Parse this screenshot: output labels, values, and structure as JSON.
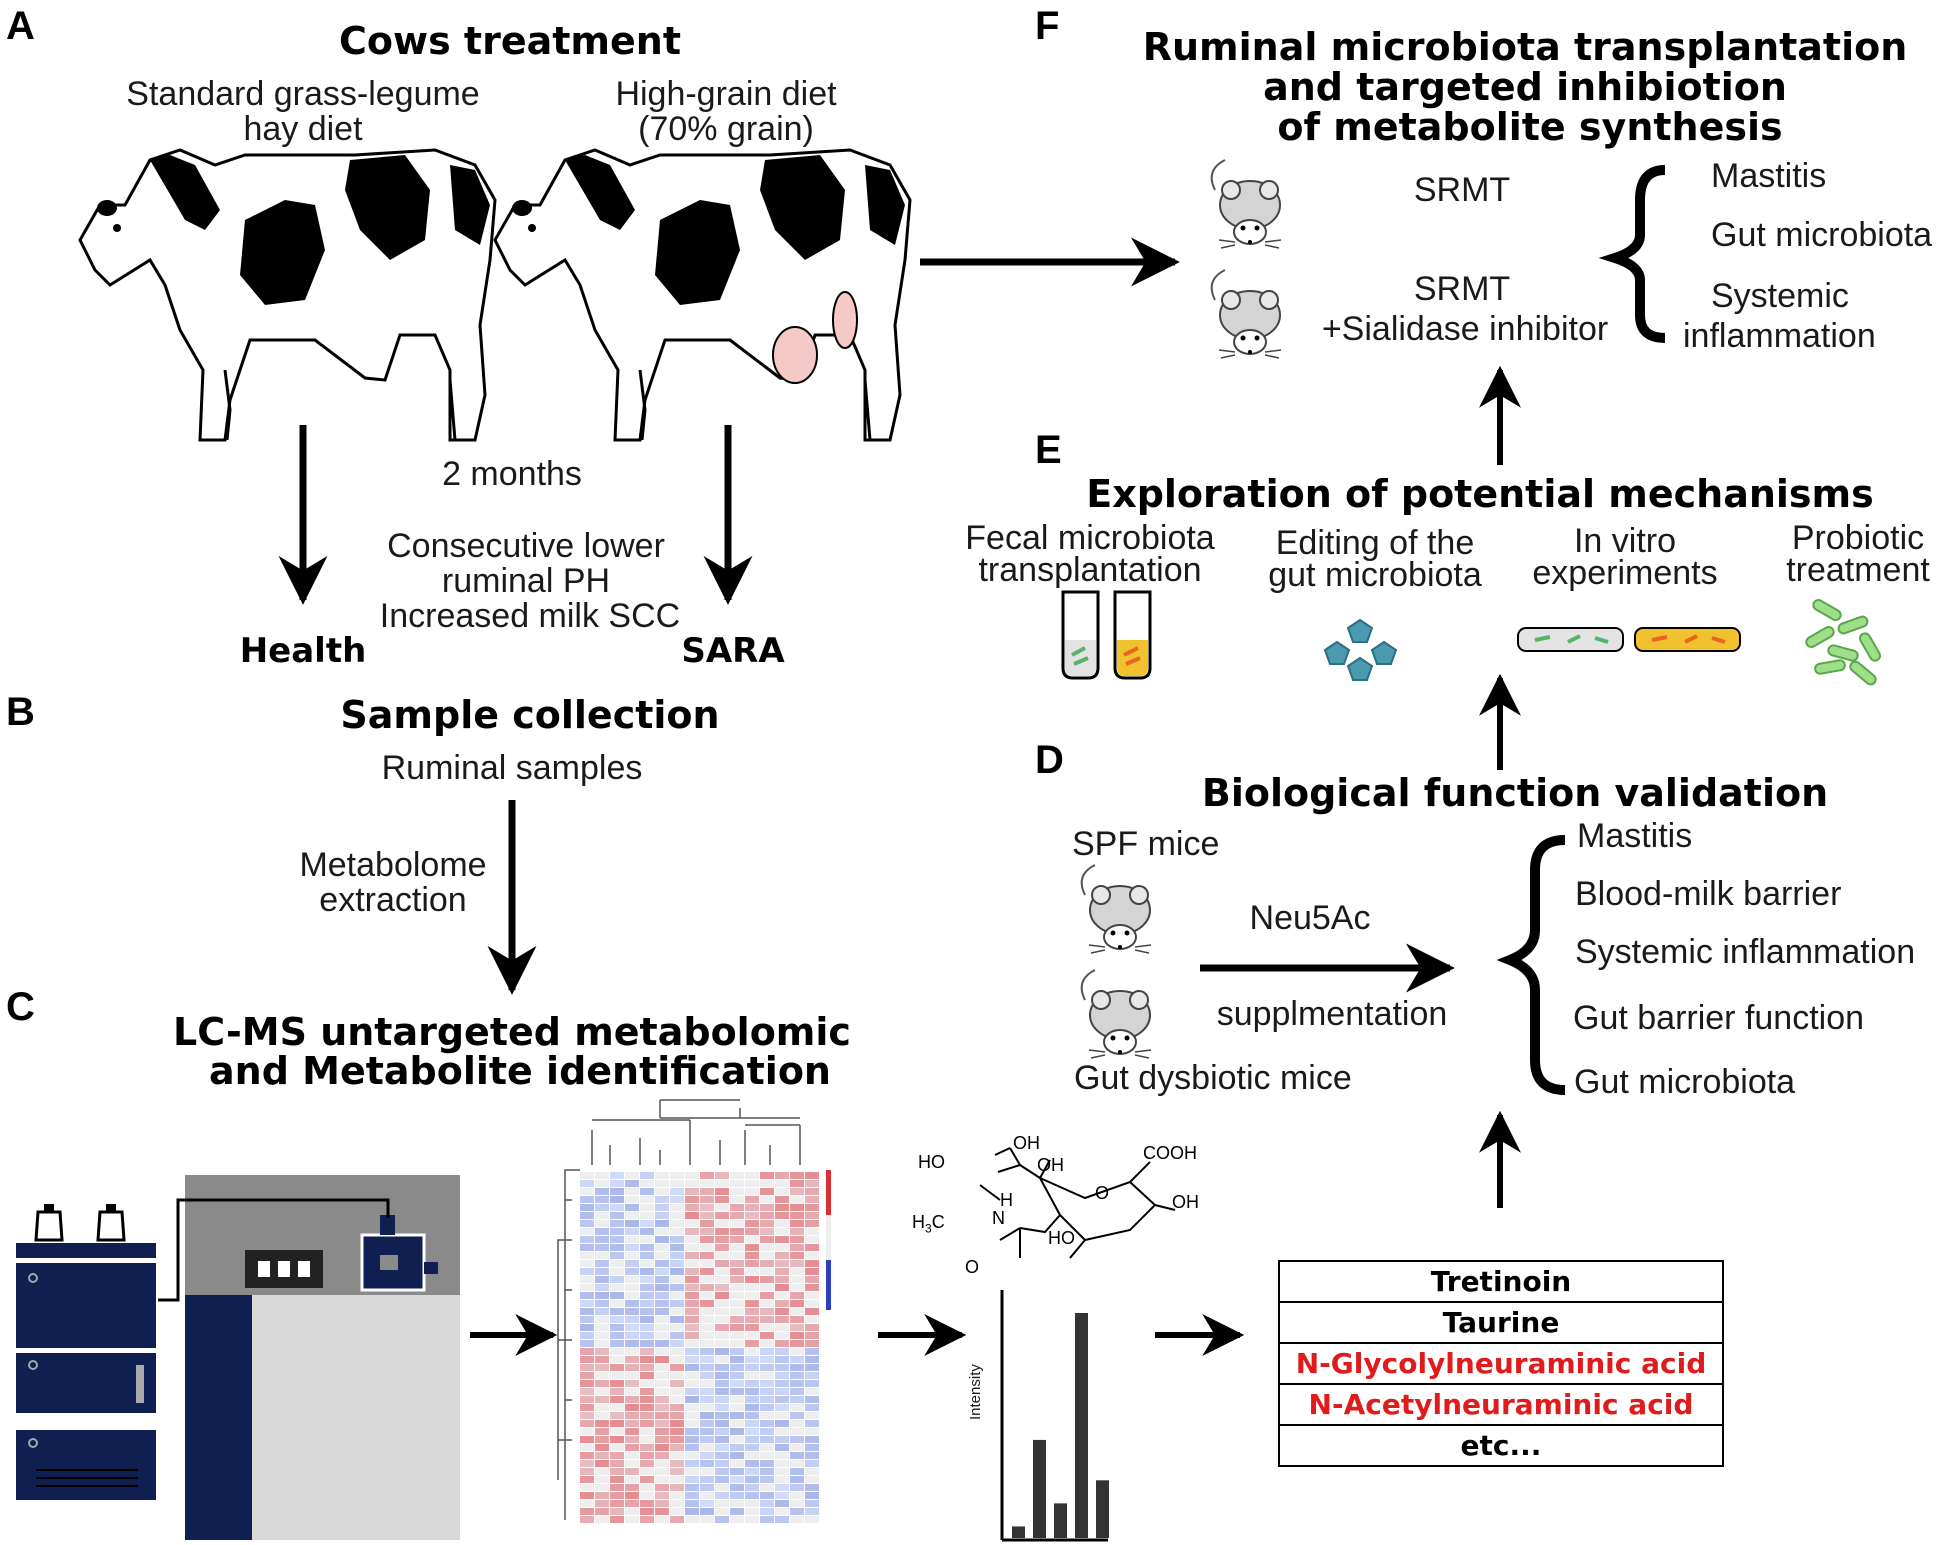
{
  "panels": {
    "a": {
      "letter": "A",
      "title": "Cows treatment",
      "diet_left": [
        "Standard grass-legume",
        "hay diet"
      ],
      "diet_right": [
        "High-grain diet",
        "(70% grain)"
      ],
      "duration": "2 months",
      "effects": [
        "Consecutive lower",
        "ruminal PH",
        "Increased milk SCC"
      ],
      "outcome_left": "Health",
      "outcome_right": "SARA"
    },
    "b": {
      "letter": "B",
      "title": "Sample collection",
      "sample": "Ruminal samples",
      "step": [
        "Metabolome",
        "extraction"
      ]
    },
    "c": {
      "letter": "C",
      "title": [
        "LC-MS untargeted metabolomic",
        "and Metabolite identification"
      ],
      "bar_axis_label": "Intensity",
      "bar_values": [
        2,
        17,
        6,
        39,
        10
      ],
      "chem_labels": {
        "oh1": "OH",
        "ho1": "HO",
        "oh2": "OH",
        "cooh": "COOH",
        "oh3": "OH",
        "h3c": "H",
        "h3c_sub": "3",
        "h3c_c": "C",
        "n": "N",
        "h": "H",
        "ho2": "HO",
        "o_ring": "O",
        "o_carbonyl": "O"
      },
      "metabolites": [
        {
          "name": "Tretinoin",
          "highlight": false
        },
        {
          "name": "Taurine",
          "highlight": false
        },
        {
          "name": "N-Glycolylneuraminic acid",
          "highlight": true
        },
        {
          "name": "N-Acetylneuraminic acid",
          "highlight": true
        },
        {
          "name": "etc...",
          "highlight": false
        }
      ]
    },
    "d": {
      "letter": "D",
      "title": "Biological function validation",
      "mice_top": "SPF mice",
      "mice_bottom": "Gut dysbiotic mice",
      "treatment_top": "Neu5Ac",
      "treatment_bottom": "supplmentation",
      "outcomes": [
        "Mastitis",
        "Blood-milk barrier",
        "Systemic inflammation",
        "Gut barrier function",
        "Gut microbiota"
      ]
    },
    "e": {
      "letter": "E",
      "title": "Exploration of potential mechanisms",
      "methods": [
        [
          "Fecal microbiota",
          "transplantation"
        ],
        [
          "Editing of the",
          "gut microbiota"
        ],
        [
          "In vitro",
          "experiments"
        ],
        [
          "Probiotic",
          "treatment"
        ]
      ]
    },
    "f": {
      "letter": "F",
      "title": [
        "Ruminal microbiota transplantation",
        "and targeted inhibiotion",
        "of metabolite synthesis"
      ],
      "group_top": "SRMT",
      "group_bottom": [
        "SRMT",
        "+Sialidase inhibitor"
      ],
      "outcomes": [
        "Mastitis",
        "Gut microbiota",
        "Systemic",
        "inflammation"
      ]
    }
  },
  "colors": {
    "instrument_navy": "#0f1f4f",
    "instrument_gray": "#8a8a8a",
    "heat_red": "#e0585d",
    "heat_blue": "#6f84d6",
    "highlight_red": "#e01b1b",
    "udder_pink": "#f6c9c9",
    "mouse_gray": "#d4d4d4"
  },
  "icons": [
    "cow-icon",
    "mouse-icon",
    "test-tube-icon",
    "pentagon-icon",
    "petri-dish-icon",
    "bacteria-icon",
    "lc-ms-instrument-icon",
    "heatmap-icon",
    "sialic-acid-structure-icon",
    "bar-plot-icon",
    "arrow-icon",
    "brace-icon"
  ]
}
